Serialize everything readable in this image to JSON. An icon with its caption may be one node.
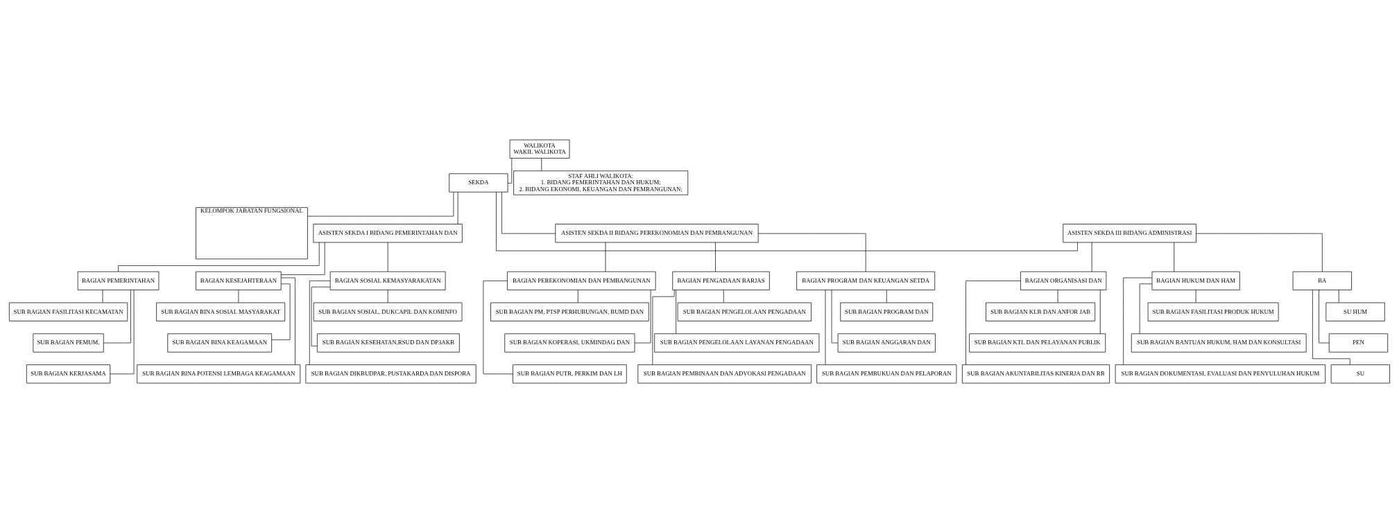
{
  "diagram": {
    "nodes": [
      {
        "text": [
          "WALIKOTA",
          "WAKIL WALIKOTA"
        ]
      },
      {
        "text": [
          "SEKDA"
        ]
      },
      {
        "text": [
          "STAF AHLI WALIKOTA:",
          "1. BIDANG PEMERINTAHAN DAN HUKUM;",
          "2. BIDANG EKONOMI, KEUANGAN DAN PEMBANGUNAN;"
        ]
      },
      {
        "text": [
          "KELOMPOK JABATAN FUNGSIONAL"
        ]
      },
      {
        "text": [
          "ASISTEN SEKDA I BIDANG PEMERINTAHAN DAN"
        ]
      },
      {
        "text": [
          "ASISTEN SEKDA II BIDANG PEREKONOMIAN DAN PEMBANGUNAN"
        ]
      },
      {
        "text": [
          "ASISTEN SEKDA III BIDANG ADMINISTRASI"
        ]
      },
      {
        "text": [
          "BAGIAN PEMERINTAHAN"
        ]
      },
      {
        "text": [
          "SUB BAGIAN FASILITASI KECAMATAN"
        ]
      },
      {
        "text": [
          "SUB BAGIAN PEMUM,"
        ]
      },
      {
        "text": [
          "SUB BAGIAN KERJASAMA"
        ]
      },
      {
        "text": [
          "BAGIAN KESEJAHTERAAN"
        ]
      },
      {
        "text": [
          "SUB BAGIAN BINA SOSIAL MASYARAKAT"
        ]
      },
      {
        "text": [
          "SUB BAGIAN BINA KEAGAMAAN"
        ]
      },
      {
        "text": [
          "SUB BAGIAN BINA POTENSI LEMBAGA KEAGAMAAN"
        ]
      },
      {
        "text": [
          "BAGIAN SOSIAL KEMASYARAKATAN"
        ]
      },
      {
        "text": [
          "SUB BAGIAN SOSIAL, DUKCAPIL DAN KOMINFO"
        ]
      },
      {
        "text": [
          "SUB BAGIAN KESEHATAN,RSUD DAN DP3AKB"
        ]
      },
      {
        "text": [
          "SUB BAGIAN DIKBUDPAR, PUSTAKARDA DAN DISPORA"
        ]
      },
      {
        "text": [
          "BAGIAN PEREKONOMIAN DAN PEMBANGUNAN"
        ]
      },
      {
        "text": [
          "SUB BAGIAN PM, PTSP PERHUBUNGAN, BUMD DAN"
        ]
      },
      {
        "text": [
          "SUB BAGIAN KOPERASI, UKMINDAG DAN"
        ]
      },
      {
        "text": [
          "SUB BAGIAN PUTR, PERKIM DAN LH"
        ]
      },
      {
        "text": [
          "BAGIAN PENGADAAN BARJAS"
        ]
      },
      {
        "text": [
          "SUB BAGIAN PENGELOLAAN PENGADAAN"
        ]
      },
      {
        "text": [
          "SUB BAGIAN PENGELOLAAN LAYANAN PENGADAAN"
        ]
      },
      {
        "text": [
          "SUB BAGIAN PEMBINAAN DAN ADVOKASI PENGADAAN"
        ]
      },
      {
        "text": [
          "BAGIAN PROGRAM DAN KEUANGAN SETDA"
        ]
      },
      {
        "text": [
          "SUB BAGIAN PROGRAM DAN"
        ]
      },
      {
        "text": [
          "SUB BAGIAN ANGGARAN DAN"
        ]
      },
      {
        "text": [
          "SUB BAGIAN PEMBUKUAN DAN PELAPORAN"
        ]
      },
      {
        "text": [
          "BAGIAN ORGANISASI DAN"
        ]
      },
      {
        "text": [
          "SUB BAGIAN KLB DAN ANFOR JAB"
        ]
      },
      {
        "text": [
          "SUB BAGIAN KTL DAN PELAYANAN PUBLIK"
        ]
      },
      {
        "text": [
          "SUB BAGIAN AKUNTABILITAS KINERJA DAN RB"
        ]
      },
      {
        "text": [
          "BAGIAN HUKUM DAN HAM"
        ]
      },
      {
        "text": [
          "SUB BAGIAN FASILITASI PRODUK HUKUM"
        ]
      },
      {
        "text": [
          "SUB BAGIAN BANTUAN HUKUM, HAM DAN KONSULTASI"
        ]
      },
      {
        "text": [
          "SUB BAGIAN DOKUMENTASI, EVALUASI DAN PENYULUHAN HUKUM"
        ]
      },
      {
        "text": [
          "BA"
        ]
      },
      {
        "text": [
          "SU HUM"
        ]
      },
      {
        "text": [
          "PEN"
        ]
      },
      {
        "text": [
          "SU"
        ]
      }
    ],
    "edges": [
      {
        "from": 0,
        "to": 1,
        "arrow": "none"
      },
      {
        "from": 0,
        "to": 2,
        "arrow": "none"
      },
      {
        "from": 1,
        "to": 3,
        "arrow": "none"
      },
      {
        "from": 1,
        "to": 4,
        "arrow": "none"
      },
      {
        "from": 1,
        "to": 5,
        "arrow": "none"
      },
      {
        "from": 1,
        "to": 6,
        "arrow": "none"
      },
      {
        "from": 4,
        "to": 7,
        "arrow": "none"
      },
      {
        "from": 4,
        "to": 11,
        "arrow": "none"
      },
      {
        "from": 4,
        "to": 15,
        "arrow": "none"
      },
      {
        "from": 7,
        "to": 8,
        "arrow": "none"
      },
      {
        "from": 7,
        "to": 9,
        "arrow": "none"
      },
      {
        "from": 7,
        "to": 10,
        "arrow": "none"
      },
      {
        "from": 11,
        "to": 12,
        "arrow": "none"
      },
      {
        "from": 11,
        "to": 13,
        "arrow": "none"
      },
      {
        "from": 11,
        "to": 14,
        "arrow": "none"
      },
      {
        "from": 15,
        "to": 16,
        "arrow": "none"
      },
      {
        "from": 15,
        "to": 17,
        "arrow": "none"
      },
      {
        "from": 15,
        "to": 18,
        "arrow": "none"
      },
      {
        "from": 5,
        "to": 19,
        "arrow": "none"
      },
      {
        "from": 5,
        "to": 23,
        "arrow": "none"
      },
      {
        "from": 5,
        "to": 27,
        "arrow": "none"
      },
      {
        "from": 19,
        "to": 20,
        "arrow": "none"
      },
      {
        "from": 19,
        "to": 21,
        "arrow": "none"
      },
      {
        "from": 19,
        "to": 22,
        "arrow": "none"
      },
      {
        "from": 23,
        "to": 24,
        "arrow": "none"
      },
      {
        "from": 23,
        "to": 25,
        "arrow": "none"
      },
      {
        "from": 23,
        "to": 26,
        "arrow": "none"
      },
      {
        "from": 27,
        "to": 28,
        "arrow": "none"
      },
      {
        "from": 27,
        "to": 29,
        "arrow": "none"
      },
      {
        "from": 27,
        "to": 30,
        "arrow": "none"
      },
      {
        "from": 6,
        "to": 31,
        "arrow": "none"
      },
      {
        "from": 6,
        "to": 35,
        "arrow": "none"
      },
      {
        "from": 6,
        "to": 39,
        "arrow": "none"
      },
      {
        "from": 31,
        "to": 32,
        "arrow": "none"
      },
      {
        "from": 31,
        "to": 33,
        "arrow": "none"
      },
      {
        "from": 31,
        "to": 34,
        "arrow": "none"
      },
      {
        "from": 35,
        "to": 36,
        "arrow": "none"
      },
      {
        "from": 35,
        "to": 37,
        "arrow": "none"
      },
      {
        "from": 35,
        "to": 38,
        "arrow": "none"
      },
      {
        "from": 39,
        "to": 40,
        "arrow": "none"
      },
      {
        "from": 39,
        "to": 41,
        "arrow": "none"
      },
      {
        "from": 39,
        "to": 42,
        "arrow": "none"
      }
    ]
  }
}
